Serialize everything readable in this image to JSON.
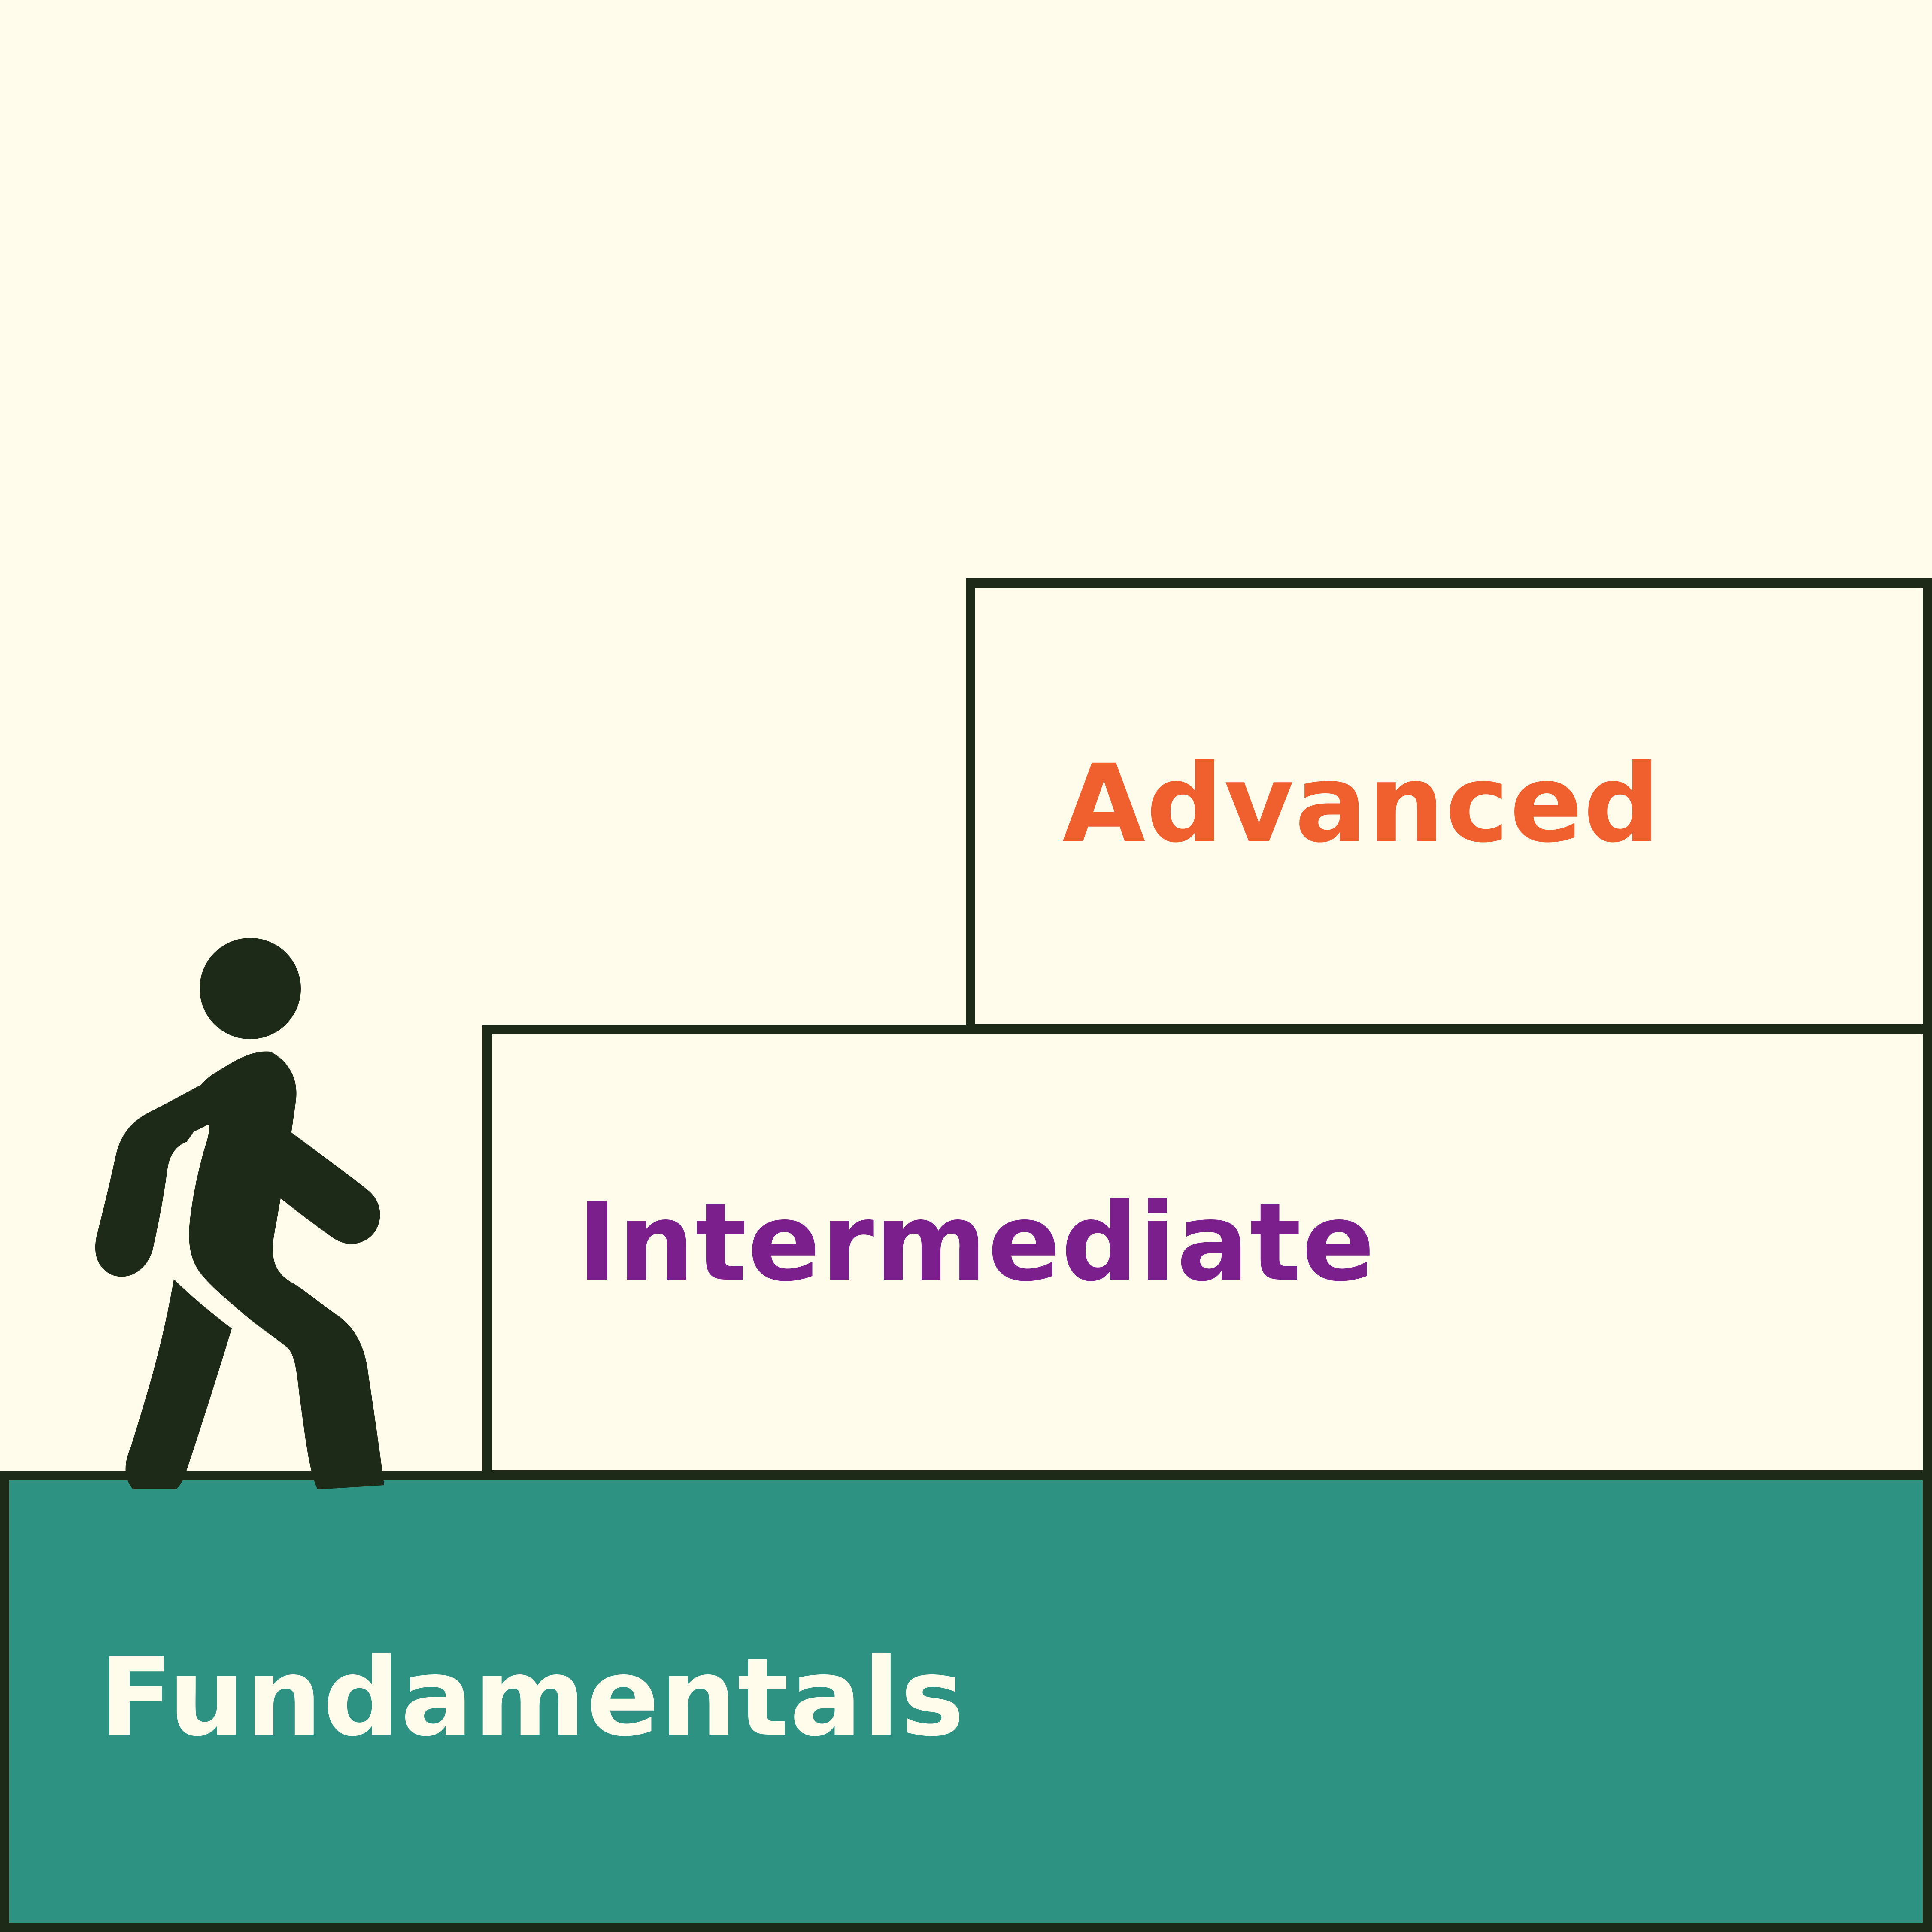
{
  "colors": {
    "background": "#FFFCEC",
    "outline": "#1E2A18",
    "fundamentals_fill": "#2D9282",
    "fundamentals_text": "#FFFCEC",
    "intermediate_text": "#7A1F8C",
    "advanced_text": "#F0602F"
  },
  "steps": {
    "fundamentals": {
      "label": "Fundamentals"
    },
    "intermediate": {
      "label": "Intermediate"
    },
    "advanced": {
      "label": "Advanced"
    }
  },
  "icons": {
    "person": "walking-person-icon"
  }
}
